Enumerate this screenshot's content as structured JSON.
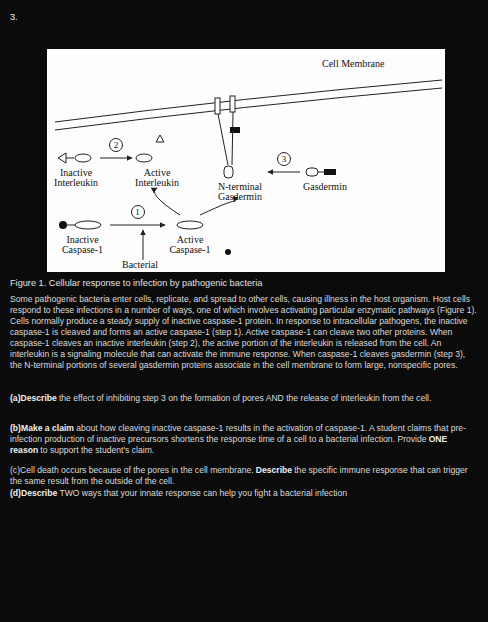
{
  "diagram": {
    "caption": "Figure 1. Cellular response to infection by pathogenic bacteria",
    "nodes": [
      {
        "text": [
          "Inactive Interleukin"
        ]
      },
      {
        "text": [
          "Active Interleukin"
        ]
      },
      {
        "text": [
          "N-terminal Gasdermin"
        ]
      },
      {
        "text": [
          "Gasdermin"
        ]
      },
      {
        "text": [
          "Inactive Caspase-1"
        ]
      },
      {
        "text": [
          "Active Caspase-1"
        ]
      }
    ],
    "edges": [
      {
        "from": 0,
        "to": 1,
        "arrow": "to",
        "label": "2"
      },
      {
        "from": 4,
        "to": 5,
        "arrow": "to",
        "label": "1"
      },
      {
        "from": 3,
        "to": 2,
        "arrow": "to",
        "label": "3"
      },
      {
        "from": 5,
        "to": 1,
        "arrow": "to"
      },
      {
        "from": 5,
        "to": 2,
        "arrow": "to"
      }
    ],
    "labels": [
      "3.",
      "Cell Membrane",
      "Bacterial",
      "Some pathogenic bacteria enter cells, replicate, and spread to other cells, causing illness in the host organism. Host cells respond to these infections in a number of ways, one of which involves activating particular enzymatic pathways (Figure 1). Cells normally produce a steady supply of inactive caspase-1 protein. In response to intracellular pathogens, the inactive caspase-1 is cleaved and forms an active caspase-1 (step 1). Active caspase-1 can cleave two other proteins. When caspase-1 cleaves an inactive interleukin (step 2), the active portion of the interleukin is released from the cell. An interleukin is a signaling molecule that can activate the immune response. When caspase-1 cleaves gasdermin (step 3), the N-terminal portions of several gasdermin proteins associate in the cell membrane to form large, nonspecific pores.",
      "(a)Describe",
      "the effect of inhibiting step 3 on the formation of pores AND the release of interleukin from the cell.",
      "(b)Make a claim",
      "about how cleaving inactive caspase-1 results in the activation of caspase-1. A student claims that pre-infection production of inactive precursors shortens the response time of a cell to a bacterial infection. Provide",
      "ONE reason",
      "to support the student's claim.",
      "(c)Cell death occurs because of the pores in the cell membrane.",
      "Describe",
      "the specific immune response that can trigger the same result from the outside of the cell.",
      "(d)Describe",
      "TWO ways that your innate response can help you fight a bacterial infection"
    ]
  }
}
